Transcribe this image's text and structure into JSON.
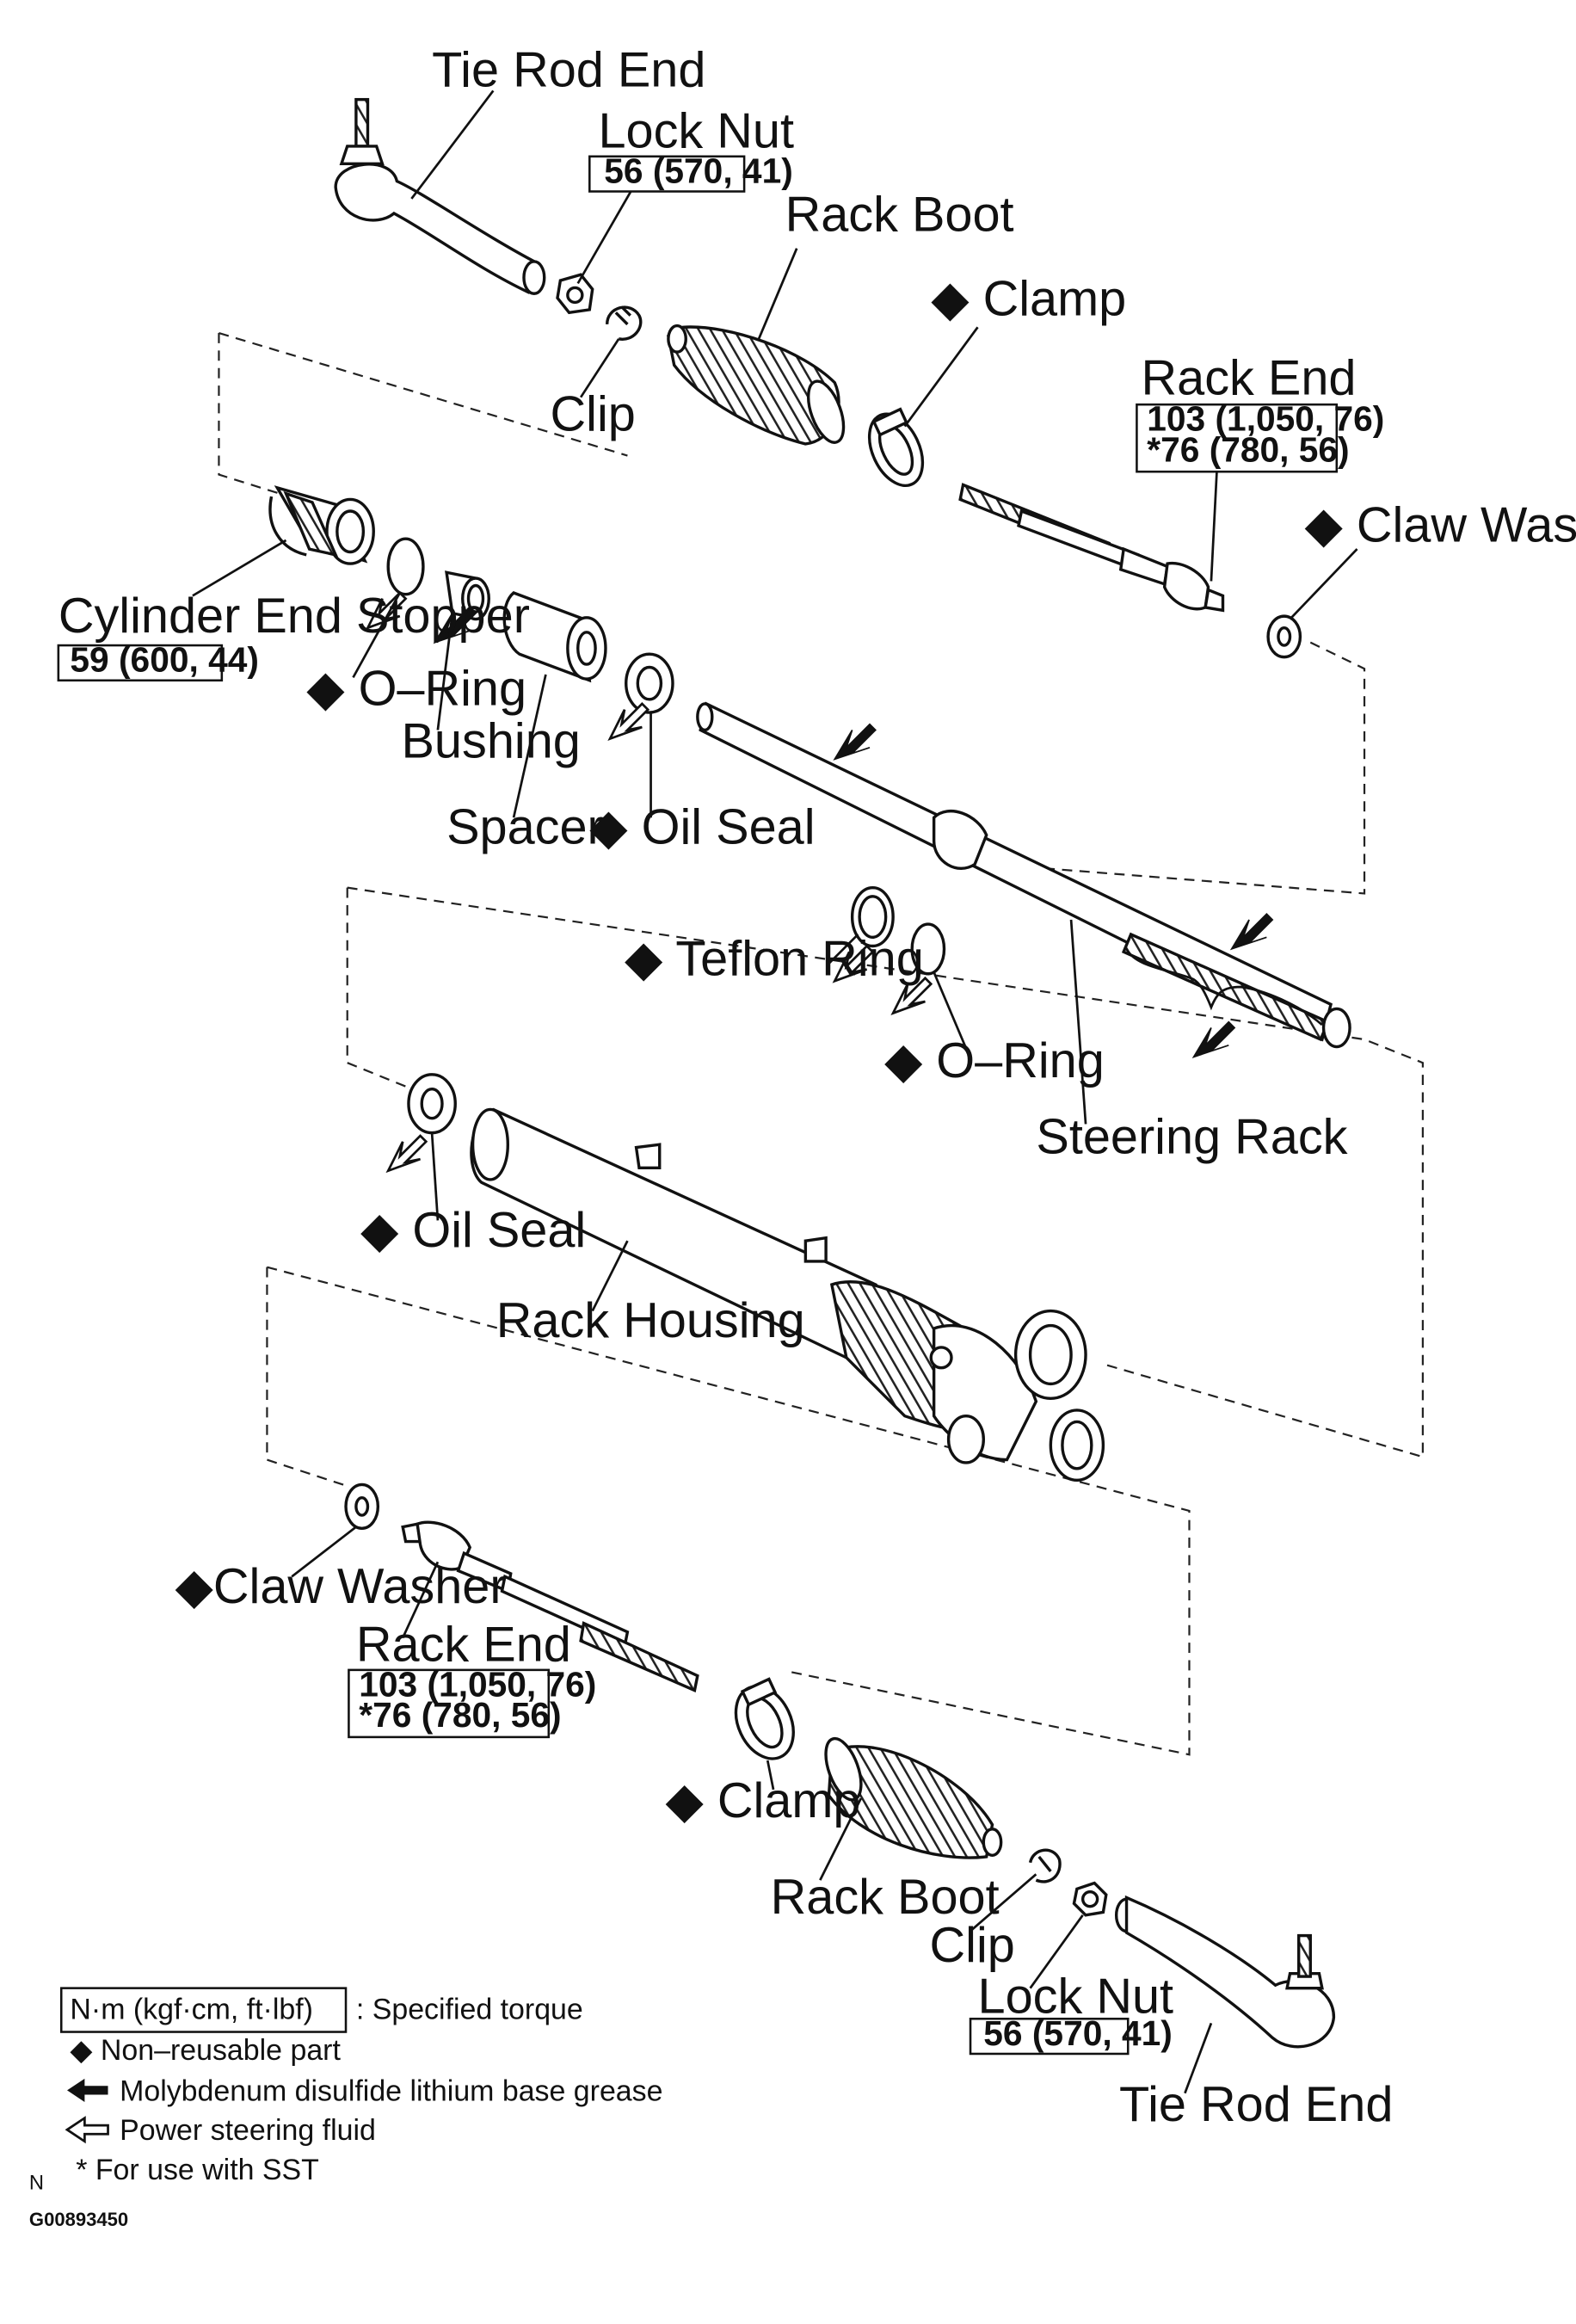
{
  "labels": {
    "tie_rod_end_top": "Tie Rod End",
    "lock_nut_top": "Lock Nut",
    "lock_nut_top_torque": "56 (570, 41)",
    "rack_boot_top": "Rack Boot",
    "clamp_top": "◆ Clamp",
    "clip_top": "Clip",
    "rack_end_top": "Rack End",
    "rack_end_top_torque_1": "103 (1,050, 76)",
    "rack_end_top_torque_2": "*76 (780, 56)",
    "claw_washer_top": "◆ Claw Washer",
    "cylinder_end_stopper": "Cylinder End Stopper",
    "cylinder_end_stopper_torque": "59 (600, 44)",
    "o_ring_top": "◆ O–Ring",
    "bushing": "Bushing",
    "spacer": "Spacer",
    "oil_seal_top": "◆ Oil Seal",
    "teflon_ring": "◆ Teflon Ring",
    "o_ring_mid": "◆ O–Ring",
    "steering_rack": "Steering Rack",
    "oil_seal_mid": "◆ Oil Seal",
    "rack_housing": "Rack Housing",
    "claw_washer_bottom": "◆Claw Washer",
    "rack_end_bottom": "Rack End",
    "rack_end_bottom_torque_1": "103 (1,050, 76)",
    "rack_end_bottom_torque_2": "*76 (780, 56)",
    "clamp_bottom": "◆ Clamp",
    "rack_boot_bottom": "Rack Boot",
    "clip_bottom": "Clip",
    "lock_nut_bottom": "Lock Nut",
    "lock_nut_bottom_torque": "56 (570, 41)",
    "tie_rod_end_bottom": "Tie Rod End"
  },
  "legend": {
    "torque_box": "N·m (kgf·cm, ft·lbf)",
    "torque_desc": ": Specified torque",
    "non_reusable": "◆ Non–reusable part",
    "grease": "Molybdenum disulfide lithium base grease",
    "fluid": "Power steering fluid",
    "sst": "* For use with SST",
    "n_mark": "N",
    "figure_code": "G00893450"
  }
}
